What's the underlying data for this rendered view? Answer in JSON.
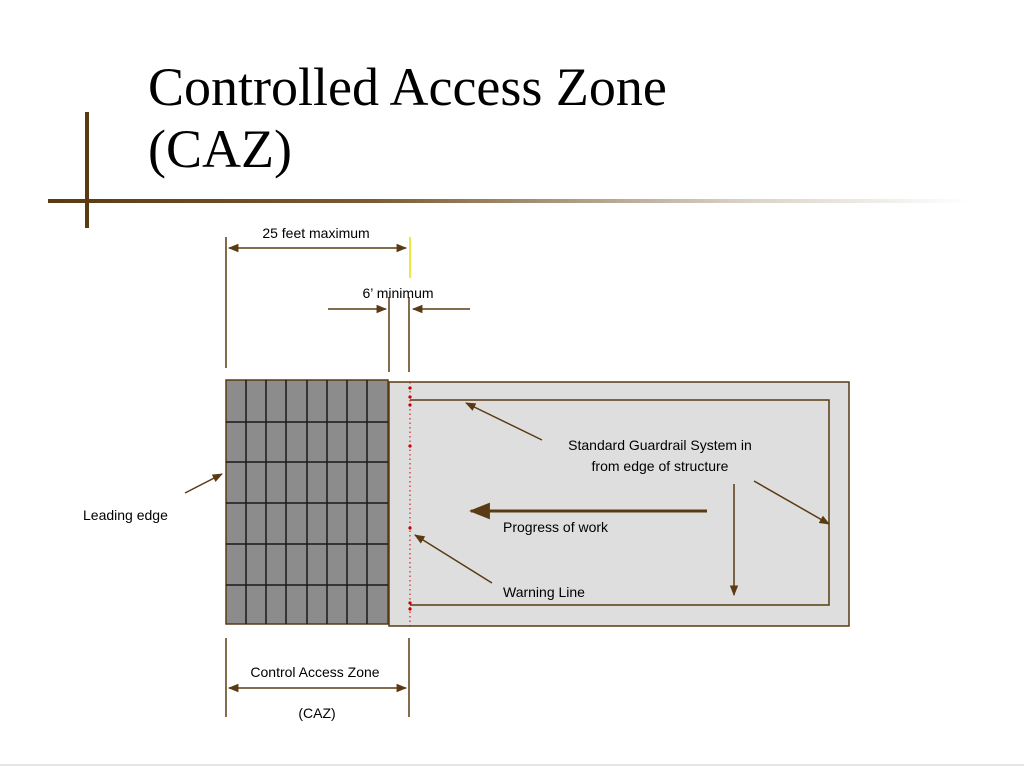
{
  "slide": {
    "title_line1": "Controlled Access Zone",
    "title_line2": "(CAZ)"
  },
  "diagram": {
    "labels": {
      "max_dimension": "25 feet maximum",
      "min_dimension": "6’ minimum",
      "guardrail_line1": "Standard Guardrail System in",
      "guardrail_line2": "from edge of structure",
      "progress": "Progress of work",
      "warning_line": "Warning Line",
      "leading_edge": "Leading edge",
      "caz_line1": "Control Access Zone",
      "caz_line2": "(CAZ)"
    },
    "colors": {
      "line": "#5a3a12",
      "grid_fill": "#8c8c8c",
      "floor_fill": "#dedede",
      "warning_dots": "#cc0000",
      "yellow_marker": "#e8e000"
    }
  }
}
